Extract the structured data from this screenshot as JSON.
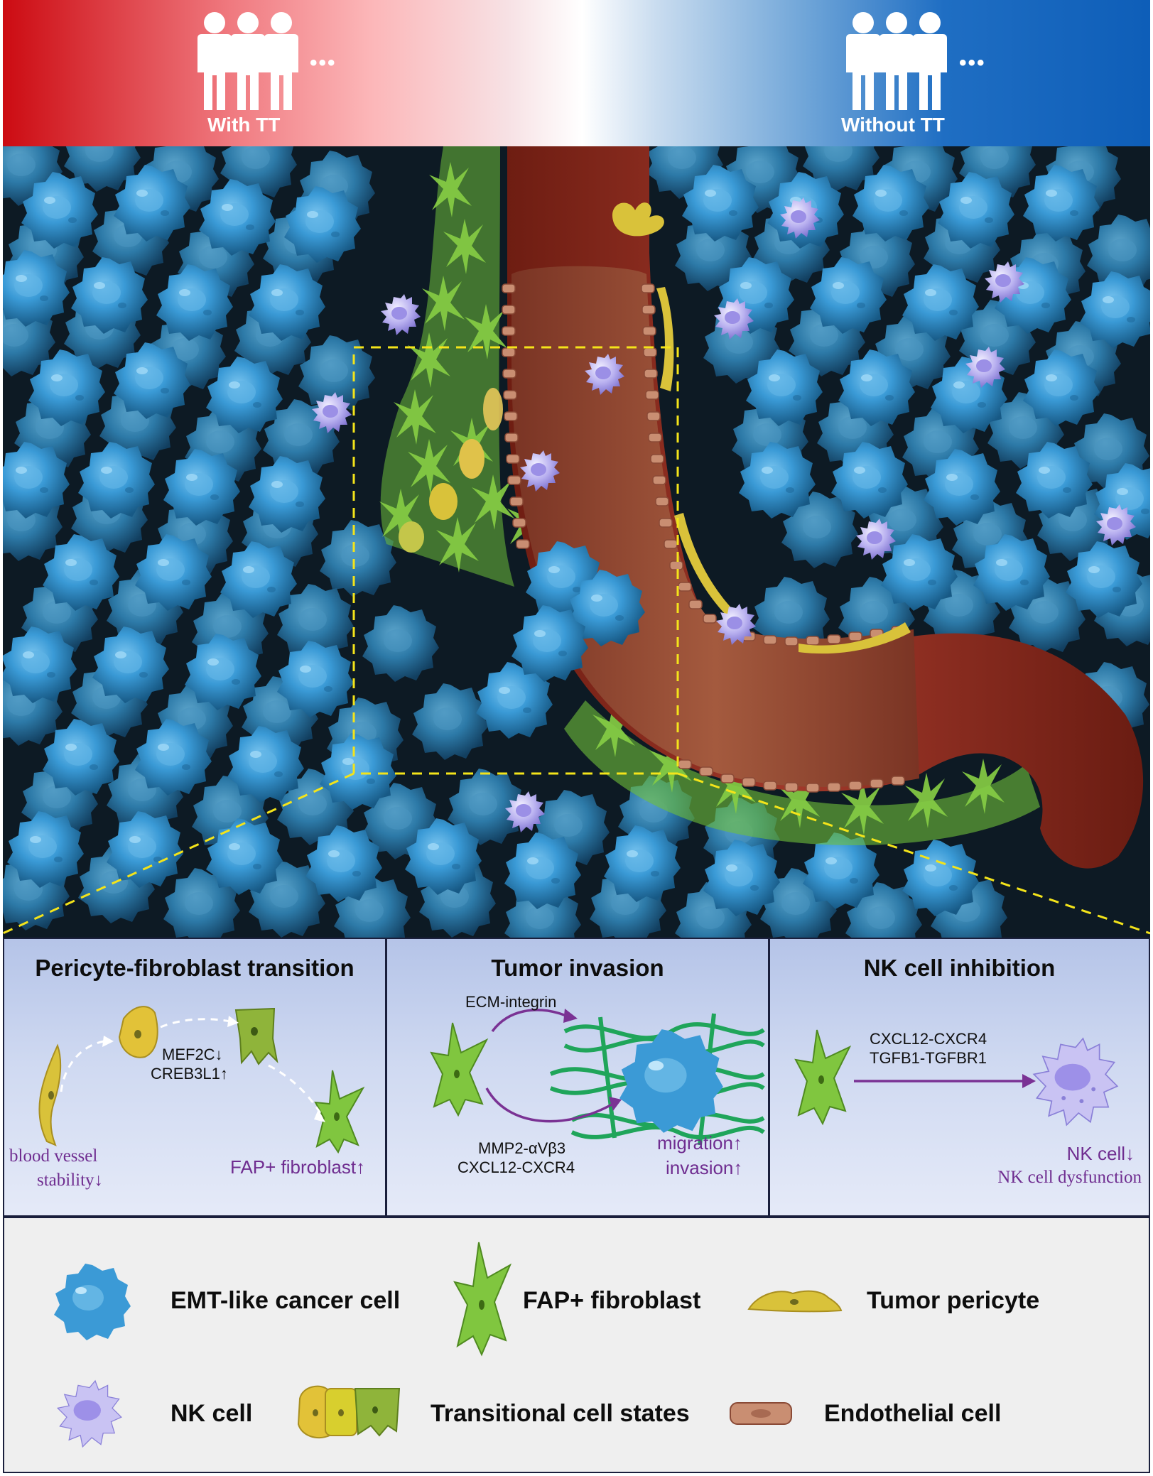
{
  "banner": {
    "left_label": "With TT",
    "right_label": "Without TT",
    "ellipsis": "•••",
    "colors": {
      "red": "#cc0b12",
      "blue": "#0e5eb8"
    }
  },
  "panels": {
    "pft": {
      "title": "Pericyte-fibroblast transition",
      "genes": [
        "MEF2C↓",
        "CREB3L1↑"
      ],
      "outcome_left": [
        "blood vessel",
        "stability↓"
      ],
      "outcome_right": "FAP+ fibroblast↑"
    },
    "ti": {
      "title": "Tumor invasion",
      "top_pair": "ECM-integrin",
      "bottom_pairs": [
        "MMP2-αVβ3",
        "CXCL12-CXCR4"
      ],
      "outcomes": [
        "migration↑",
        "invasion↑"
      ]
    },
    "nk": {
      "title": "NK cell inhibition",
      "pairs": [
        "CXCL12-CXCR4",
        "TGFB1-TGFBR1"
      ],
      "outcomes": [
        "NK cell↓",
        "NK cell dysfunction"
      ]
    }
  },
  "legend": {
    "emt": "EMT-like cancer cell",
    "fap": "FAP+ fibroblast",
    "pericyte": "Tumor pericyte",
    "nk": "NK cell",
    "transitional": "Transitional cell states",
    "endothelial": "Endothelial cell"
  },
  "colors": {
    "accent_purple": "#6f2d90",
    "vessel": "#8e2e1f",
    "fibroblast": "#7cc242",
    "pericyte": "#d9c23a",
    "cancer_cell": "#2e8ccc",
    "nk_cell": "#b7b0ec",
    "zoom_box": "#f4e41a"
  }
}
